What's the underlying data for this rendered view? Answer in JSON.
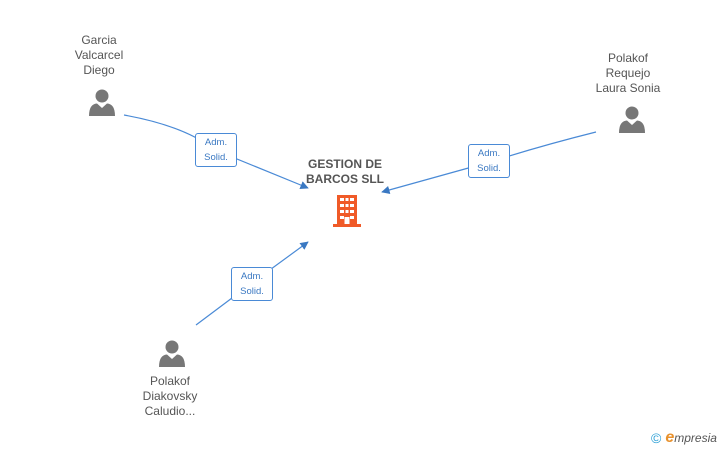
{
  "company": {
    "name_line1": "GESTION DE",
    "name_line2": "BARCOS SLL"
  },
  "people": [
    {
      "id": "garcia",
      "lines": [
        "Garcia",
        "Valcarcel",
        "Diego"
      ]
    },
    {
      "id": "polakof-laura",
      "lines": [
        "Polakof",
        "Requejo",
        "Laura Sonia"
      ]
    },
    {
      "id": "polakof-claudio",
      "lines": [
        "Polakof",
        "Diakovsky",
        "Caludio..."
      ]
    }
  ],
  "relations": [
    {
      "from": "garcia",
      "line1": "Adm.",
      "line2": "Solid."
    },
    {
      "from": "polakof-laura",
      "line1": "Adm.",
      "line2": "Solid."
    },
    {
      "from": "polakof-claudio",
      "line1": "Adm.",
      "line2": "Solid."
    }
  ],
  "footer": {
    "copyright_symbol": "©",
    "brand_initial": "e",
    "brand_rest": "mpresia"
  },
  "colors": {
    "edge": "#4a8ad6",
    "person": "#777777",
    "company": "#f05a28",
    "label_text": "#555555"
  }
}
